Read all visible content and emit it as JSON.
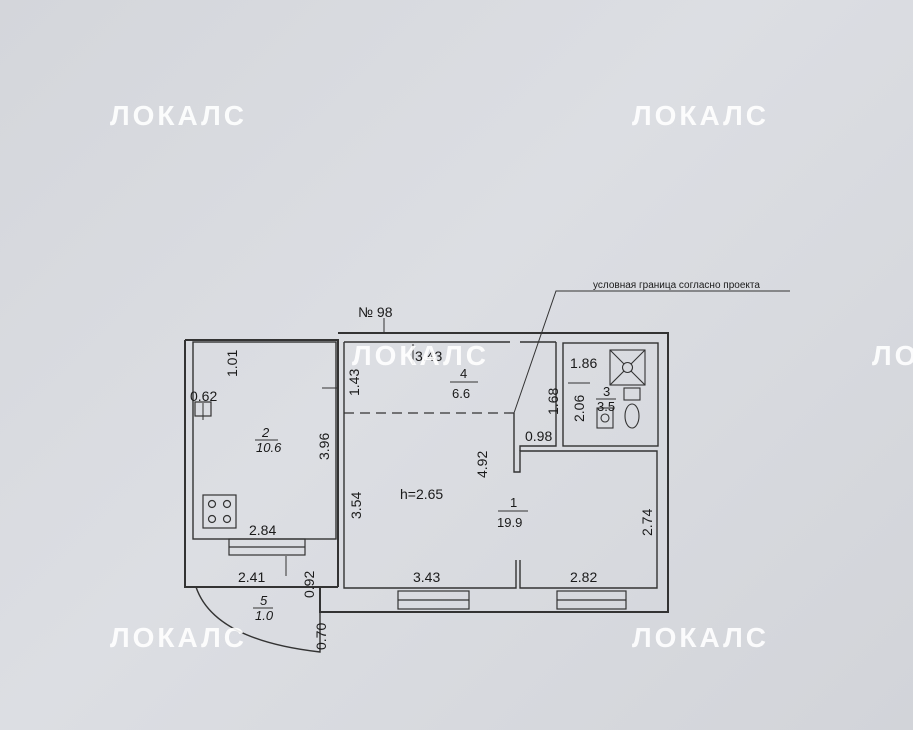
{
  "flat_number": "№ 98",
  "boundary_note": "условная граница согласно проекта",
  "ceiling_height": "h=2.65",
  "watermark_text": "ЛОКАЛС",
  "rooms": {
    "room1": {
      "number": "1",
      "area": "19.9"
    },
    "room2": {
      "number": "2",
      "area": "10.6"
    },
    "room3": {
      "number": "3",
      "area": "3.5"
    },
    "room4": {
      "number": "4",
      "area": "6.6"
    },
    "room5": {
      "number": "5",
      "area": "1.0"
    }
  },
  "dimensions": {
    "kitchen_left_top": "1.01",
    "kitchen_left_mid": "0.62",
    "kitchen_right": "3.96",
    "kitchen_bottom": "2.84",
    "balcony_top": "2.41",
    "balcony_right": "0.92",
    "balcony_bottom": "0.70",
    "hall_top": "3.43",
    "hall_left": "1.43",
    "hall_partition": "4.92",
    "bath_top": "1.86",
    "bath_left": "1.68",
    "bath_right": "2.06",
    "bath_bottom": "0.98",
    "living_left": "3.54",
    "living_bottom_left": "3.43",
    "living_bottom_right": "2.82",
    "living_right": "2.74"
  }
}
